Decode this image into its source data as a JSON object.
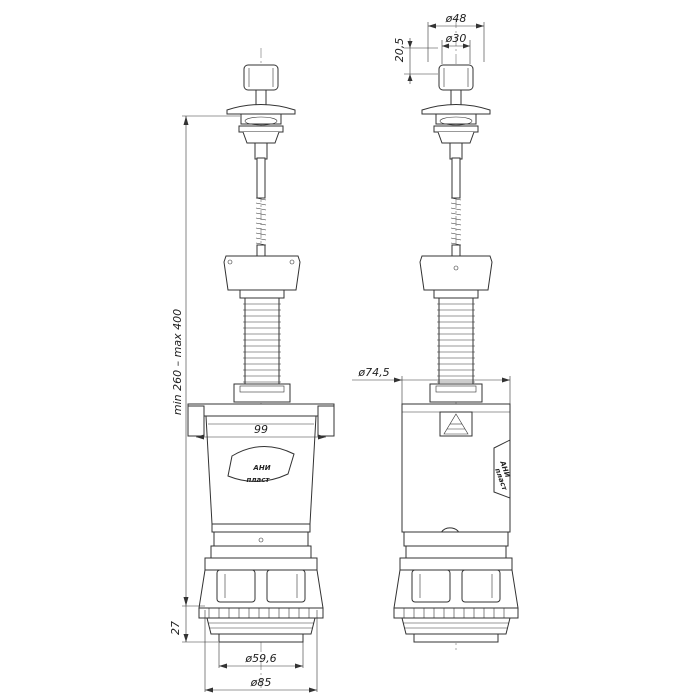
{
  "drawing": {
    "front_view": {
      "dimensions": {
        "height_range": "min 260 – max 400",
        "overflow_width": "99",
        "bottom_height": "27",
        "outlet_inner_diameter": "ø59,6",
        "outlet_outer_diameter": "ø85"
      },
      "logo": {
        "brand": "АНИ",
        "subtitle": "пласт"
      }
    },
    "side_view": {
      "dimensions": {
        "button_height": "20,5",
        "button_outer_diameter": "ø48",
        "button_inner_diameter": "ø30",
        "body_diameter": "ø74,5"
      },
      "logo": {
        "brand": "АНИ",
        "subtitle": "пласт"
      }
    }
  },
  "colors": {
    "line": "#333333",
    "background": "#ffffff"
  }
}
